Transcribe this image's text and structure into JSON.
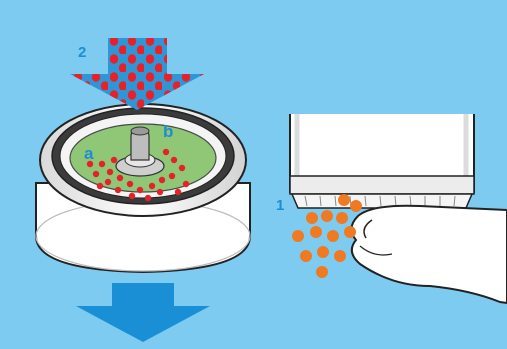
{
  "labels": {
    "step_1": "1",
    "step_2": "2",
    "part_a": "a",
    "part_b": "b"
  },
  "colors": {
    "background": "#7ecbf2",
    "label": "#1a8fd6",
    "arrow_down": "#1a8fd6",
    "press_arrow_fill": "#2f95d4",
    "red_dot": "#e8202a",
    "green_disc": "#8fc777",
    "orange_particle": "#f07a22",
    "outline": "#222222"
  }
}
